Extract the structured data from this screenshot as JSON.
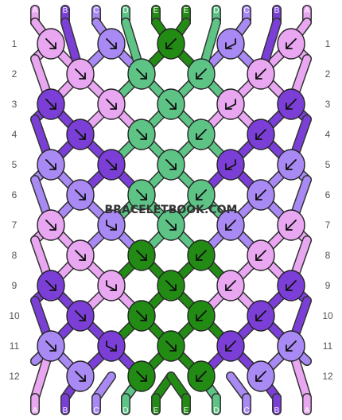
{
  "site_watermark": "BRACELETBOOK.COM",
  "colors": {
    "A": "#e9a7f2",
    "B": "#7b3fd8",
    "C": "#a98af5",
    "D": "#5dc486",
    "E": "#228b14"
  },
  "strand_labels_top": [
    "A",
    "B",
    "C",
    "D",
    "E",
    "E",
    "D",
    "C",
    "B",
    "A"
  ],
  "strand_labels_bottom": [
    "A",
    "B",
    "C",
    "D",
    "E",
    "E",
    "D",
    "C",
    "B",
    "A"
  ],
  "row_numbers": [
    "1",
    "2",
    "3",
    "4",
    "5",
    "6",
    "7",
    "8",
    "9",
    "10",
    "11",
    "12"
  ],
  "arrow_icon_names": {
    "dr": "arrow-down-right-icon",
    "dl": "arrow-down-left-icon",
    "rdr": "arrow-right-down-right-icon",
    "ldl": "arrow-left-down-left-icon"
  },
  "knots": [
    [
      "A",
      "dr",
      "C",
      "dr",
      "E",
      "dl",
      "C",
      "ldl",
      "A",
      "dl"
    ],
    [
      "A",
      "dr",
      "D",
      "dr",
      "D",
      "dl",
      "A",
      "dl"
    ],
    [
      "B",
      "dr",
      "A",
      "dr",
      "D",
      "dr",
      "A",
      "ldl",
      "B",
      "dl"
    ],
    [
      "B",
      "dr",
      "D",
      "dr",
      "D",
      "dl",
      "B",
      "dl"
    ],
    [
      "C",
      "dr",
      "B",
      "dr",
      "D",
      "dr",
      "B",
      "ldl",
      "C",
      "dl"
    ],
    [
      "C",
      "dr",
      "D",
      "dr",
      "D",
      "dl",
      "C",
      "dl"
    ],
    [
      "A",
      "dr",
      "C",
      "rdr",
      "D",
      "dr",
      "C",
      "dl",
      "A",
      "dl"
    ],
    [
      "A",
      "dr",
      "E",
      "dr",
      "E",
      "dl",
      "A",
      "dl"
    ],
    [
      "B",
      "dr",
      "A",
      "rdr",
      "E",
      "dr",
      "A",
      "dl",
      "B",
      "dl"
    ],
    [
      "B",
      "dr",
      "E",
      "dr",
      "E",
      "dl",
      "B",
      "dl"
    ],
    [
      "C",
      "dr",
      "B",
      "rdr",
      "E",
      "dr",
      "B",
      "dl",
      "C",
      "dl"
    ],
    [
      "C",
      "dr",
      "E",
      "dr",
      "E",
      "dl",
      "C",
      "dl"
    ]
  ]
}
